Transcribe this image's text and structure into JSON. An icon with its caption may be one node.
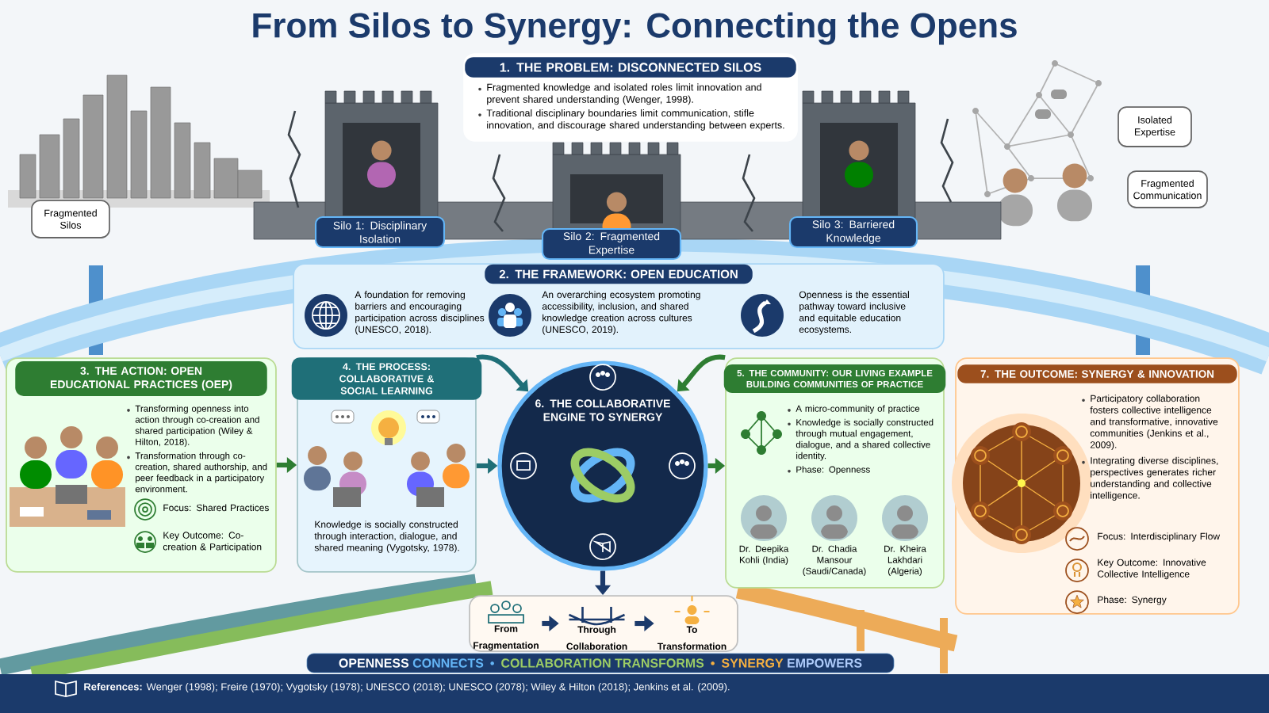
{
  "diagram": {
    "title": "From Silos to Synergy: Connecting the Opens",
    "nodes": [
      {
        "text": [
          "1. THE PROBLEM: DISCONNECTED SILOS",
          "Fragmented knowledge and isolated roles limit innovation and prevent shared understanding (Wenger, 1998).",
          "Traditional disciplinary boundaries limit communication, stifle innovation, and discourage shared understanding between experts."
        ]
      },
      {
        "text": [
          "Isolated Expertise"
        ]
      },
      {
        "text": [
          "Fragmented Communication"
        ]
      },
      {
        "text": [
          "Fragmented Silos"
        ]
      },
      {
        "text": [
          "Silo 1: Disciplinary Isolation"
        ]
      },
      {
        "text": [
          "Silo 2: Fragmented Expertise"
        ]
      },
      {
        "text": [
          "Silo 3: Barriered Knowledge"
        ]
      },
      {
        "text": [
          "2. THE FRAMEWORK: OPEN EDUCATION",
          "A foundation for removing barriers and encouraging participation across disciplines (UNESCO, 2018).",
          "An overarching ecosystem promoting accessibility, inclusion, and shared knowledge creation across cultures (UNESCO, 2019).",
          "Openness is the essential pathway toward inclusive and equitable education ecosystems."
        ]
      },
      {
        "text": [
          "3. THE ACTION: OPEN EDUCATIONAL PRACTICES (OEP)",
          "Transforming openness into action through co-creation and shared participation (Wiley & Hilton, 2018).",
          "Transformation through co-creation, shared authorship, and peer feedback in a participatory environment.",
          "Focus: Shared Practices",
          "Key Outcome: Co-creation & Participation"
        ]
      },
      {
        "text": [
          "4. THE PROCESS: COLLABORATIVE & SOCIAL LEARNING",
          "Knowledge is socially constructed through interaction, dialogue, and shared meaning (Vygotsky, 1978)."
        ]
      },
      {
        "text": [
          "6. THE COLLABORATIVE ENGINE TO SYNERGY"
        ]
      },
      {
        "text": [
          "5. THE COMMUNITY: OUR LIVING EXAMPLE BUILDING COMMUNITIES OF PRACTICE",
          "A micro-community of practice",
          "Knowledge is socially constructed through mutual engagement, dialogue, and a shared collective identity.",
          "Phase: Openness"
        ]
      },
      {
        "text": [
          "Dr. Deepika Kohli (India)"
        ],
        "in": 11
      },
      {
        "text": [
          "Dr. Chadia Mansour (Saudi/Canada)"
        ],
        "in": 11
      },
      {
        "text": [
          "Dr. Kheira Lakhdari (Algeria)"
        ],
        "in": 11
      },
      {
        "text": [
          "7. THE OUTCOME: SYNERGY & INNOVATION",
          "Participatory collaboration fosters collective intelligence and transformative, innovative communities (Jenkins et al., 2009).",
          "Integrating diverse disciplines, perspectives generates richer understanding and collective intelligence.",
          "Focus: Interdisciplinary Flow",
          "Key Outcome: Innovative Collective Intelligence",
          "Phase: Synergy"
        ]
      },
      {
        "text": [],
        "shape": "box"
      },
      {
        "text": [
          "From Fragmentation"
        ],
        "in": 16
      },
      {
        "text": [
          "Through Collaboration"
        ],
        "in": 16
      },
      {
        "text": [
          "To Transformation"
        ],
        "in": 16
      }
    ],
    "edges": [
      {
        "from": 8,
        "to": 9,
        "arrow": "to",
        "color": "#2e7d32"
      },
      {
        "from": 9,
        "to": 10,
        "arrow": "to",
        "color": "#1f6f78"
      },
      {
        "from": 9,
        "to": 10,
        "arrow": "to",
        "color": "#1f6f78"
      },
      {
        "from": 11,
        "to": 10,
        "arrow": "to",
        "color": "#2e7d32"
      },
      {
        "from": 10,
        "to": 11,
        "arrow": "to",
        "color": "#2e7d32"
      },
      {
        "from": 10,
        "to": 16,
        "arrow": "to",
        "color": "#1b3a6b"
      },
      {
        "from": 17,
        "to": 18,
        "arrow": "to",
        "color": "#1b3a6b"
      },
      {
        "from": 18,
        "to": 19,
        "arrow": "to",
        "color": "#1b3a6b"
      }
    ],
    "labels": [
      "OPENNESS",
      "CONNECTS",
      "•",
      "COLLABORATION TRANSFORMS",
      "•",
      "SYNERGY",
      "EMPOWERS",
      "**References:** Wenger (1998); Freire (1970); Vygotsky (1978); UNESCO (2018); UNESCO (2078); Wiley & Hilton (2018); Jenkins et al. (2009)."
    ]
  }
}
